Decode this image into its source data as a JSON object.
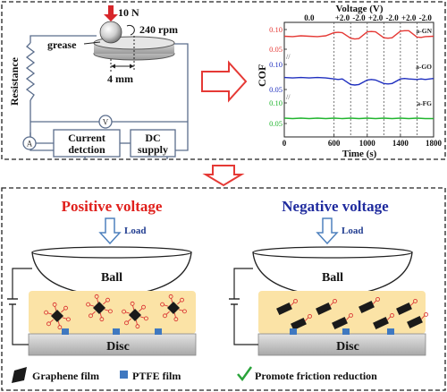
{
  "top": {
    "force_label": "10 N",
    "speed_label": "240 rpm",
    "grease_label": "grease",
    "distance_label": "4 mm",
    "resistance_label": "Resistance",
    "voltmeter_symbol": "V",
    "ammeter_symbol": "A",
    "current_box": [
      "Current",
      "detction"
    ],
    "dc_box": [
      "DC",
      "supply"
    ]
  },
  "chart_data": {
    "type": "line",
    "title": "Voltage (V)",
    "xlabel": "Time (s)",
    "ylabel": "COF",
    "xlim": [
      0,
      1800
    ],
    "xticks": [
      0,
      600,
      1000,
      1400,
      1800
    ],
    "xtick_labels": [
      "0",
      "600",
      "1000",
      "1400",
      "1800"
    ],
    "voltage_labels": [
      "0.0",
      "+2.0",
      "-2.0",
      "+2.0",
      "-2.0",
      "+2.0",
      "-2.0"
    ],
    "voltage_switch_times": [
      600,
      800,
      1000,
      1200,
      1400,
      1600
    ],
    "panel_tick_labels": [
      "0.10",
      "0.05"
    ],
    "series": [
      {
        "name": "GN",
        "color": "#e53935",
        "x": [
          0,
          100,
          200,
          300,
          400,
          500,
          600,
          650,
          700,
          800,
          850,
          900,
          1000,
          1050,
          1100,
          1200,
          1250,
          1300,
          1400,
          1450,
          1500,
          1600,
          1650,
          1700,
          1800
        ],
        "y": [
          0.083,
          0.082,
          0.084,
          0.083,
          0.082,
          0.084,
          0.092,
          0.093,
          0.092,
          0.078,
          0.076,
          0.077,
          0.094,
          0.095,
          0.094,
          0.079,
          0.078,
          0.079,
          0.096,
          0.097,
          0.097,
          0.081,
          0.08,
          0.082,
          0.083
        ]
      },
      {
        "name": "GO",
        "color": "#1f2fbf",
        "x": [
          0,
          100,
          200,
          300,
          400,
          500,
          600,
          650,
          700,
          800,
          850,
          900,
          1000,
          1050,
          1100,
          1200,
          1250,
          1300,
          1400,
          1450,
          1500,
          1600,
          1650,
          1700,
          1800
        ],
        "y": [
          0.074,
          0.073,
          0.074,
          0.073,
          0.074,
          0.073,
          0.071,
          0.07,
          0.071,
          0.06,
          0.059,
          0.06,
          0.069,
          0.07,
          0.069,
          0.062,
          0.061,
          0.062,
          0.071,
          0.072,
          0.071,
          0.07,
          0.071,
          0.07,
          0.072
        ]
      },
      {
        "name": "FG",
        "color": "#21b52f",
        "x": [
          0,
          100,
          200,
          300,
          400,
          500,
          600,
          700,
          800,
          900,
          1000,
          1100,
          1200,
          1300,
          1400,
          1500,
          1600,
          1700,
          1800
        ],
        "y": [
          0.063,
          0.062,
          0.063,
          0.062,
          0.063,
          0.062,
          0.063,
          0.062,
          0.063,
          0.062,
          0.063,
          0.062,
          0.063,
          0.062,
          0.063,
          0.062,
          0.063,
          0.062,
          0.062
        ]
      }
    ]
  },
  "bottom": {
    "positive_title": "Positive voltage",
    "negative_title": "Negative voltage",
    "load_label": "Load",
    "ball_label": "Ball",
    "disc_label": "Disc",
    "legend_graphene": "Graphene film",
    "legend_ptfe": "PTFE film",
    "legend_promote": "Promote friction reduction"
  },
  "colors": {
    "positive": "#e0201c",
    "negative": "#1f2b9e",
    "grease": "#fbe3a6",
    "arrow": "#4f81bd",
    "ptfe": "#3f78c0",
    "check": "#2aa33a",
    "arrow_red": "#e53935"
  }
}
